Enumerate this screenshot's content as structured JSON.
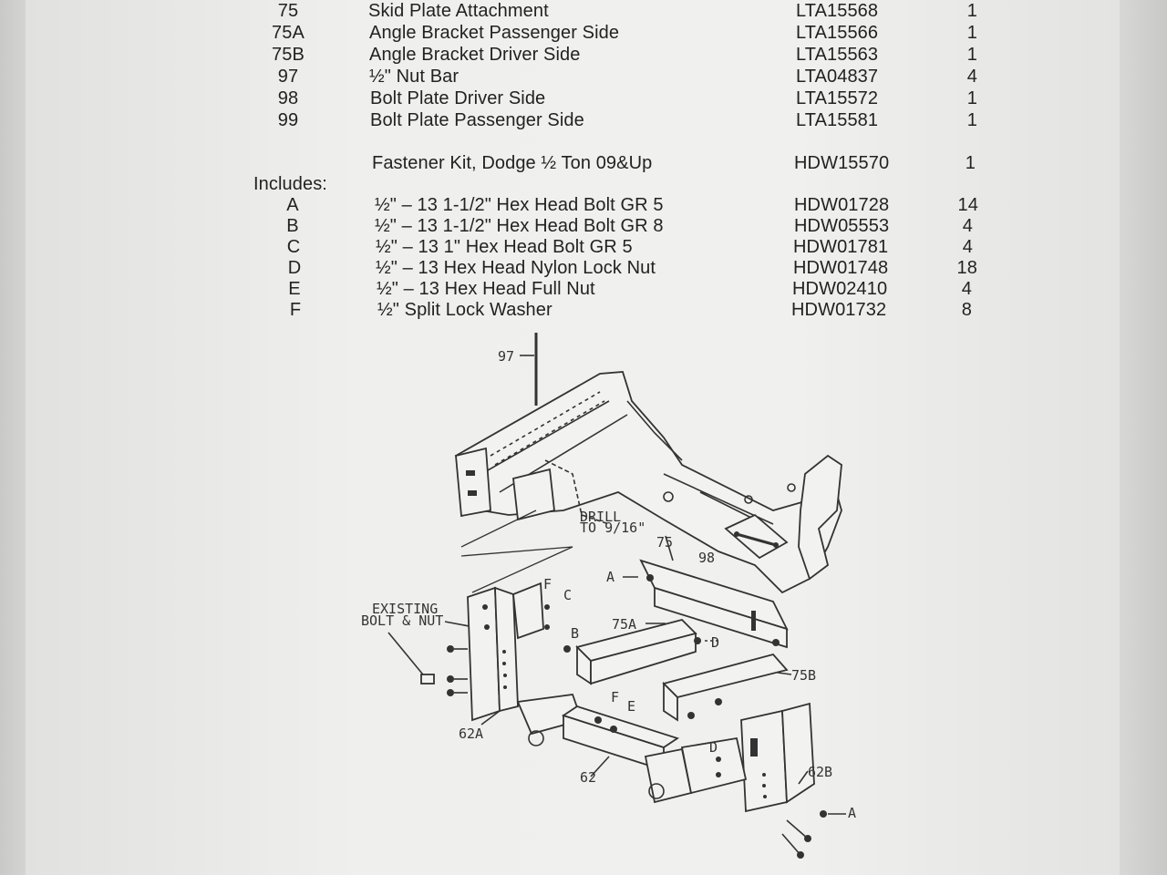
{
  "parts_table": {
    "rows": [
      {
        "item": "75",
        "description": "Skid Plate Attachment",
        "part_no": "LTA15568",
        "qty": "1"
      },
      {
        "item": "75A",
        "description": "Angle Bracket Passenger Side",
        "part_no": "LTA15566",
        "qty": "1"
      },
      {
        "item": "75B",
        "description": "Angle Bracket Driver Side",
        "part_no": "LTA15563",
        "qty": "1"
      },
      {
        "item": "97",
        "description": "½\" Nut Bar",
        "part_no": "LTA04837",
        "qty": "4"
      },
      {
        "item": "98",
        "description": "Bolt Plate Driver Side",
        "part_no": "LTA15572",
        "qty": "1"
      },
      {
        "item": "99",
        "description": "Bolt Plate Passenger Side",
        "part_no": "LTA15581",
        "qty": "1"
      }
    ]
  },
  "kit": {
    "description": "Fastener Kit, Dodge ½ Ton 09&Up",
    "part_no": "HDW15570",
    "qty": "1"
  },
  "includes": {
    "label": "Includes:",
    "rows": [
      {
        "item": "A",
        "description": "½\" – 13 1-1/2\" Hex Head Bolt GR 5",
        "part_no": "HDW01728",
        "qty": "14"
      },
      {
        "item": "B",
        "description": "½\" – 13 1-1/2\" Hex Head Bolt GR 8",
        "part_no": "HDW05553",
        "qty": "4"
      },
      {
        "item": "C",
        "description": "½\" – 13 1\" Hex Head Bolt GR 5",
        "part_no": "HDW01781",
        "qty": "4"
      },
      {
        "item": "D",
        "description": "½\" – 13 Hex Head Nylon Lock Nut",
        "part_no": "HDW01748",
        "qty": "18"
      },
      {
        "item": "E",
        "description": "½\" – 13 Hex Head Full Nut",
        "part_no": "HDW02410",
        "qty": "4"
      },
      {
        "item": "F",
        "description": "½\" Split Lock Washer",
        "part_no": "HDW01732",
        "qty": "8"
      }
    ]
  },
  "diagram": {
    "labels": {
      "nut_bar": "97",
      "drill_1": "DRILL",
      "drill_2": "TO 9/16\"",
      "skid": "75",
      "bolt_plate": "98",
      "existing_1": "EXISTING",
      "existing_2": "BOLT & NUT",
      "angle_pass": "75A",
      "angle_drv": "75B",
      "mount_left": "62A",
      "mount_right": "62B",
      "crossbar": "62",
      "A1": "A",
      "A2": "A",
      "B": "B",
      "C": "C",
      "D1": "D",
      "D2": "D",
      "E": "E",
      "F1": "F",
      "F2": "F"
    }
  }
}
